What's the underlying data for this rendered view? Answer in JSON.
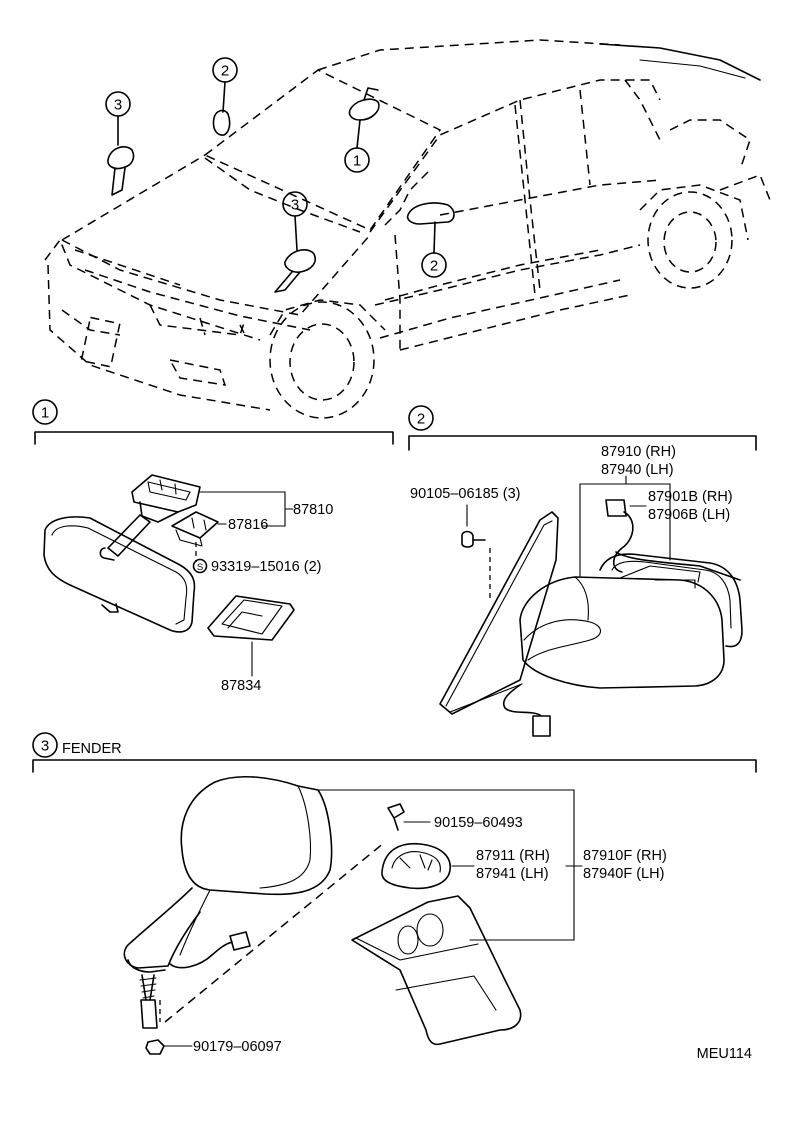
{
  "callouts": {
    "c1": "1",
    "c2": "2",
    "c3": "3"
  },
  "section1": {
    "number": "1",
    "parts": {
      "p87810": "87810",
      "p87816": "87816",
      "p93319": "93319–15016 (2)",
      "p87834": "87834",
      "s_symbol": "S"
    }
  },
  "section2": {
    "number": "2",
    "parts": {
      "p90105": "90105–06185 (3)",
      "p87910": "87910 (RH)",
      "p87940": "87940 (LH)",
      "p87901B": "87901B (RH)",
      "p87906B": "87906B (LH)"
    }
  },
  "section3": {
    "number": "3",
    "title": "FENDER",
    "parts": {
      "p90159": "90159–60493",
      "p87911": "87911 (RH)",
      "p87941": "87941 (LH)",
      "p87910F": "87910F (RH)",
      "p87940F": "87940F (LH)",
      "p90179": "90179–06097"
    }
  },
  "diagram_code": "MEU114"
}
